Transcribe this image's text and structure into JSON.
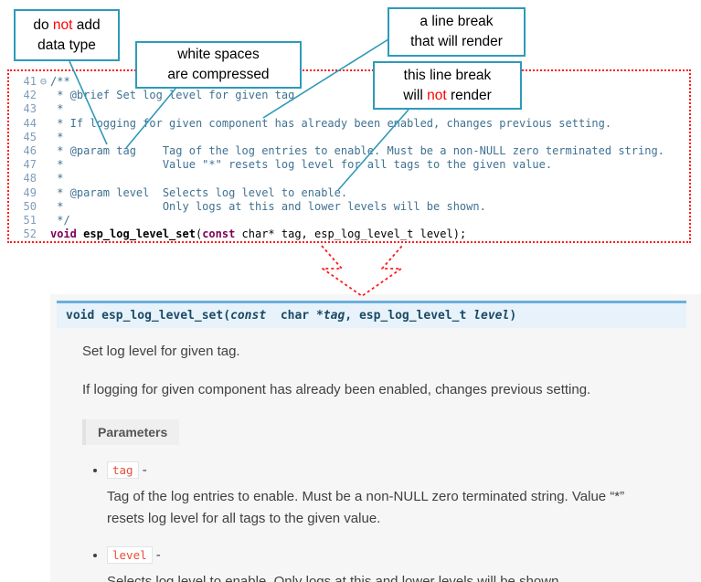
{
  "colors": {
    "callout_border": "#2e9ab9",
    "highlight_red": "#ff0000",
    "code_border_red": "#ff1a1a",
    "code_comment": "#3f7191",
    "code_keyword": "#7f0055",
    "line_number": "#7f9db9",
    "signature_bg": "#e7f2fa",
    "signature_border": "#6ab0de",
    "literal_red": "#e74c3c",
    "doc_panel_bg": "#f6f6f6"
  },
  "callouts": {
    "no_datatype": {
      "l1_pre": "do ",
      "l1_em": "not",
      "l1_post": " add",
      "l2": "data type"
    },
    "whitespace": {
      "l1": "white spaces",
      "l2": "are  compressed"
    },
    "break_renders": {
      "l1": "a line break",
      "l2": "that will render"
    },
    "break_not_renders": {
      "l1": "this line break",
      "l2_pre": "will ",
      "l2_em": "not",
      "l2_post": " render"
    }
  },
  "editor": {
    "lines": [
      {
        "n": "41",
        "fold": "⊖",
        "t": "/**"
      },
      {
        "n": "42",
        "t": " * @brief Set log level for given tag"
      },
      {
        "n": "43",
        "t": " *"
      },
      {
        "n": "44",
        "t": " * If logging for given component has already been enabled, changes previous setting."
      },
      {
        "n": "45",
        "t": " *"
      },
      {
        "n": "46",
        "t": " * @param tag    Tag of the log entries to enable. Must be a non-NULL zero terminated string."
      },
      {
        "n": "47",
        "t": " *               Value \"*\" resets log level for all tags to the given value."
      },
      {
        "n": "48",
        "t": " *"
      },
      {
        "n": "49",
        "t": " * @param level  Selects log level to enable."
      },
      {
        "n": "50",
        "t": " *               Only logs at this and lower levels will be shown."
      },
      {
        "n": "51",
        "t": " */"
      }
    ],
    "code_line": {
      "n": "52",
      "kw1": "void",
      "name": " esp_log_level_set",
      "open": "(",
      "kw2": "const",
      "rest": " char* tag, esp_log_level_t level);"
    }
  },
  "doc": {
    "signature": {
      "kw_void": "void ",
      "name": "esp_log_level_set",
      "open": "(",
      "kw_const": "const",
      "mid": "  char *",
      "arg1": "tag",
      "comma": ", ",
      "type2": "esp_log_level_t ",
      "arg2": "level",
      "close": ")"
    },
    "p1": "Set log level for given tag.",
    "p2": "If logging for given component has already been enabled, changes previous setting.",
    "params_label": "Parameters",
    "items": [
      {
        "name": "tag",
        "dash": " -",
        "desc": "Tag of the log entries to enable. Must be a non-NULL zero terminated string. Value “*” resets log level for all tags to the given value."
      },
      {
        "name": "level",
        "dash": " -",
        "desc": "Selects log level to enable. Only logs at this and lower levels will be shown."
      }
    ]
  }
}
